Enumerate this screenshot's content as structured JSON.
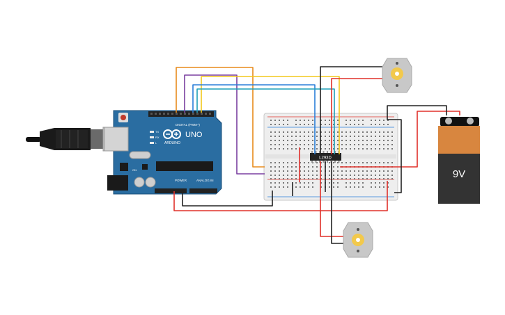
{
  "arduino": {
    "board_label": "UNO",
    "brand_label": "ARDUINO",
    "digital_label": "DIGITAL (PWM~)",
    "power_label": "POWER",
    "analog_label": "ANALOG IN",
    "tx_label": "TX",
    "rx_label": "RX",
    "l_label": "L",
    "on_label": "ON",
    "colors": {
      "board": "#2a6da1",
      "dark": "#1f5683",
      "header": "#222222"
    }
  },
  "driver_ic": {
    "label": "L293D",
    "color": "#222222"
  },
  "battery": {
    "label": "9V",
    "colors": {
      "top": "#d8863f",
      "body": "#333333",
      "cap": "#111111"
    }
  },
  "motors": {
    "count": 2,
    "colors": {
      "body": "#c8c8c8",
      "shaft": "#f2c94c"
    }
  },
  "wire_colors": {
    "red": "#e0302a",
    "black": "#222222",
    "orange": "#e88b1c",
    "yellow": "#f2c81c",
    "blue": "#2a7ed8",
    "cyan": "#1fa0b8",
    "purple": "#7a3fa0"
  }
}
